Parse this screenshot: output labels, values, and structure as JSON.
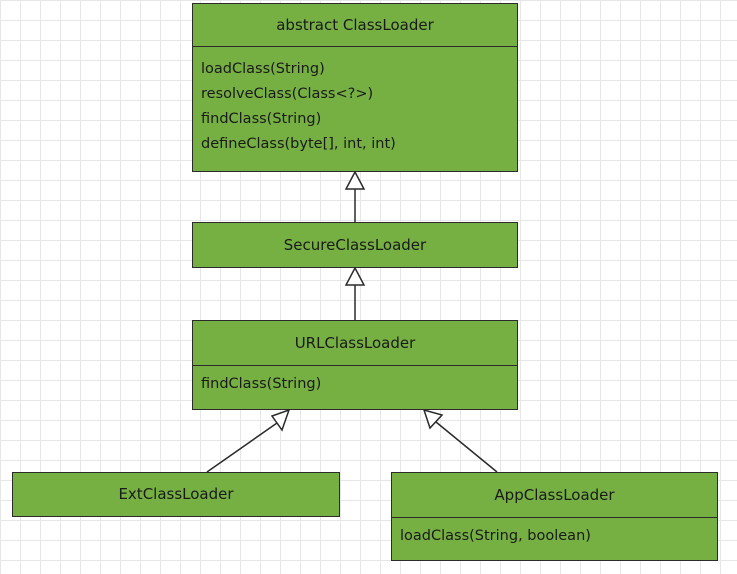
{
  "classes": {
    "classloader": {
      "name": "abstract ClassLoader",
      "methods": [
        "loadClass(String)",
        "resolveClass(Class<?>)",
        "findClass(String)",
        "defineClass(byte[], int, int)"
      ]
    },
    "secure": {
      "name": "SecureClassLoader"
    },
    "url": {
      "name": "URLClassLoader",
      "methods": [
        "findClass(String)"
      ]
    },
    "ext": {
      "name": "ExtClassLoader"
    },
    "app": {
      "name": "AppClassLoader",
      "methods": [
        "loadClass(String, boolean)"
      ]
    }
  },
  "relations": [
    {
      "from": "SecureClassLoader",
      "to": "abstract ClassLoader",
      "type": "inheritance"
    },
    {
      "from": "URLClassLoader",
      "to": "SecureClassLoader",
      "type": "inheritance"
    },
    {
      "from": "ExtClassLoader",
      "to": "URLClassLoader",
      "type": "inheritance"
    },
    {
      "from": "AppClassLoader",
      "to": "URLClassLoader",
      "type": "inheritance"
    }
  ],
  "colors": {
    "box_fill": "#76b043",
    "stroke": "#2b2b2b"
  }
}
